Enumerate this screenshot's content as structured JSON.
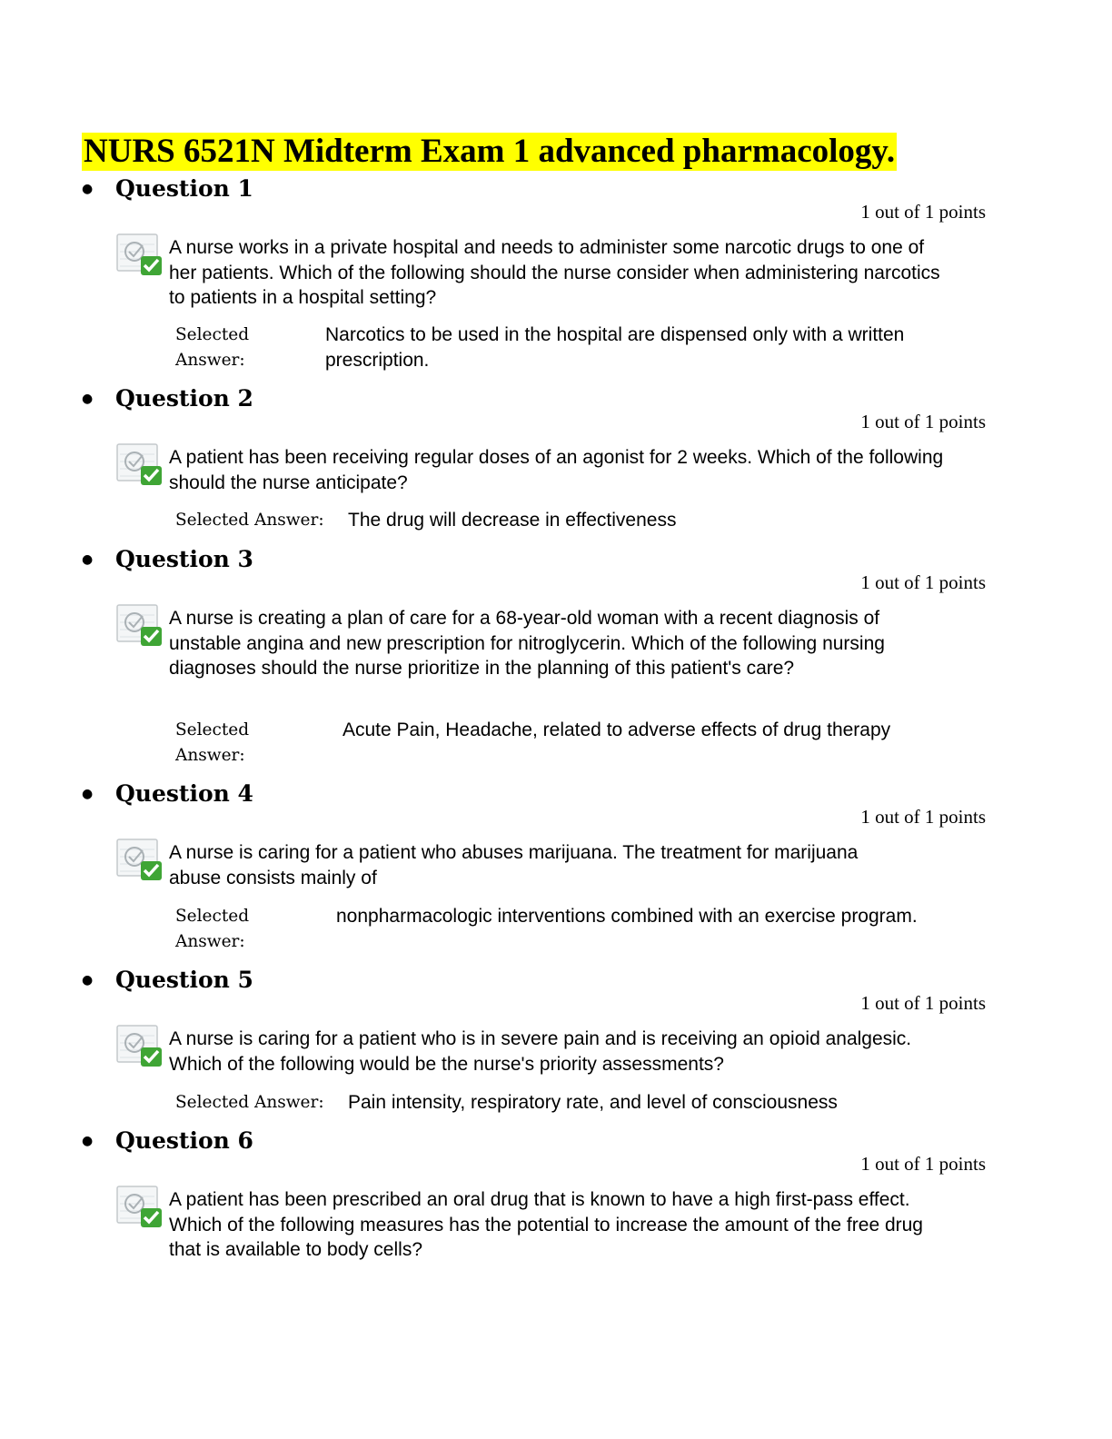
{
  "document": {
    "title": "NURS 6521N Midterm Exam 1 advanced pharmacology."
  },
  "icons": {
    "correct": "checked-answer-icon",
    "correct_color": "#3fa535",
    "highlight_color": "#ffff00"
  },
  "labels": {
    "selected_answer": "Selected Answer:",
    "selected": "Selected",
    "answer": "Answer:"
  },
  "questions": [
    {
      "title": "Question 1",
      "points": "1 out of 1 points",
      "text": "A nurse works in a private hospital and needs to administer some narcotic drugs to one of her patients. Which of the following should the nurse consider when administering narcotics to patients in a hospital setting?",
      "selected_answer": "Narcotics to be used in the hospital are dispensed only with a written prescription."
    },
    {
      "title": "Question 2",
      "points": "1 out of 1 points",
      "text": "A patient has been receiving regular doses of an agonist for 2 weeks. Which of the following should the nurse anticipate?",
      "selected_answer": "The drug will decrease in effectiveness"
    },
    {
      "title": "Question 3",
      "points": "1 out of 1 points",
      "text": "A nurse is creating a plan of care for a 68-year-old woman with a recent diagnosis of unstable angina and new prescription for nitroglycerin. Which of the following nursing diagnoses should the nurse prioritize in the planning of this patient's care?",
      "selected_answer": "Acute Pain, Headache, related to adverse effects of drug therapy"
    },
    {
      "title": "Question 4",
      "points": "1 out of 1 points",
      "text": "A nurse is caring for a patient who abuses marijuana. The treatment for marijuana abuse consists mainly of",
      "selected_answer": "nonpharmacologic interventions combined with an exercise program."
    },
    {
      "title": "Question 5",
      "points": "1 out of 1 points",
      "text": "A nurse is caring for a patient who is in severe pain and is receiving an opioid analgesic. Which of the following would be the nurse's priority assessments?",
      "selected_answer": "Pain intensity, respiratory rate, and level of consciousness"
    },
    {
      "title": "Question 6",
      "points": "1 out of 1 points",
      "text": "A patient has been prescribed an oral drug that is known to have a high first-pass effect. Which of the following measures has the potential to increase the amount of the free drug that is available to body cells?"
    }
  ]
}
